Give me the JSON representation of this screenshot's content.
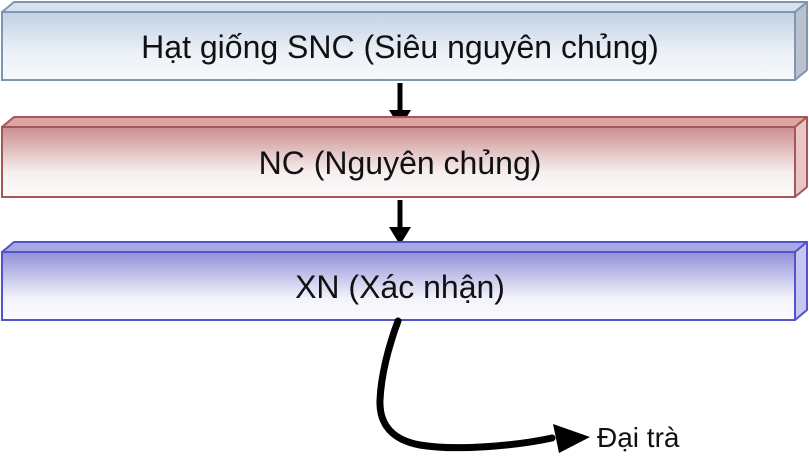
{
  "background": "#ffffff",
  "text_color": "#111111",
  "arrow_color": "#000000",
  "nodes": [
    {
      "label": "Hạt giống SNC (Siêu nguyên chủng)",
      "border": "#7f96b2",
      "top_face": "#d7e1ee",
      "side_face": "#bac2ce",
      "front_gradient": [
        "#c2d1e3",
        "#edf2f8",
        "#f6f9fc"
      ]
    },
    {
      "label": "NC (Nguyên chủng)",
      "border": "#a85757",
      "top_face": "#d9a4a4",
      "side_face": "#e8c6c6",
      "front_gradient": [
        "#ca8e8e",
        "#f7efef",
        "#fdfbfb"
      ]
    },
    {
      "label": "XN (Xác nhận)",
      "border": "#5353cb",
      "top_face": "#a8a8e4",
      "side_face": "#c6c6ee",
      "front_gradient": [
        "#9090d8",
        "#f3f3fb",
        "#fafaff"
      ]
    }
  ],
  "outflow_label": "Đại trà"
}
